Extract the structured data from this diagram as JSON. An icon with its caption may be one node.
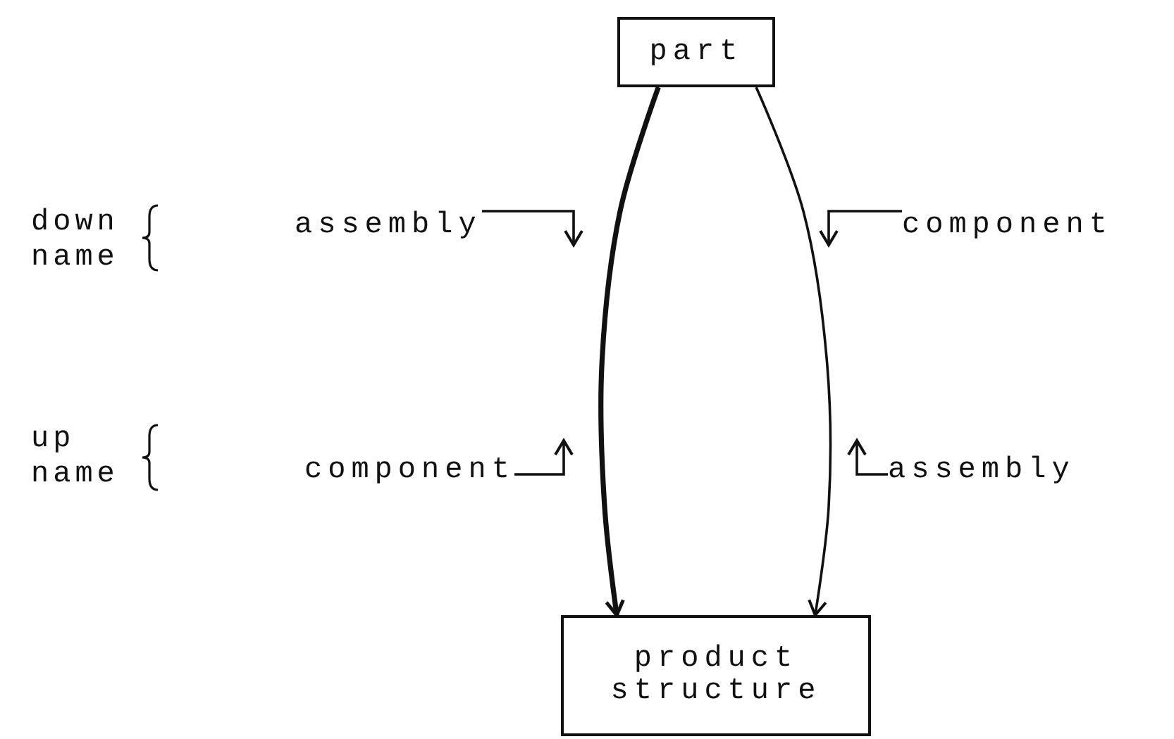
{
  "diagram": {
    "nodes": [
      {
        "text": [
          "part"
        ]
      },
      {
        "text": [
          "product structure"
        ]
      },
      {
        "text": [
          "assembly"
        ]
      },
      {
        "text": [
          "component"
        ]
      },
      {
        "text": [
          "component"
        ]
      },
      {
        "text": [
          "assembly"
        ]
      }
    ],
    "edges": [
      {
        "from": 0,
        "to": 1,
        "arrow": "to",
        "style": "thick"
      },
      {
        "from": 0,
        "to": 1,
        "arrow": "to"
      },
      {
        "from": 2,
        "to": null,
        "arrow": "to"
      },
      {
        "from": 3,
        "to": null,
        "arrow": "to"
      },
      {
        "from": 4,
        "to": null,
        "arrow": "to"
      },
      {
        "from": 5,
        "to": null,
        "arrow": "to"
      }
    ],
    "labels": [
      "down name",
      "up name"
    ]
  }
}
